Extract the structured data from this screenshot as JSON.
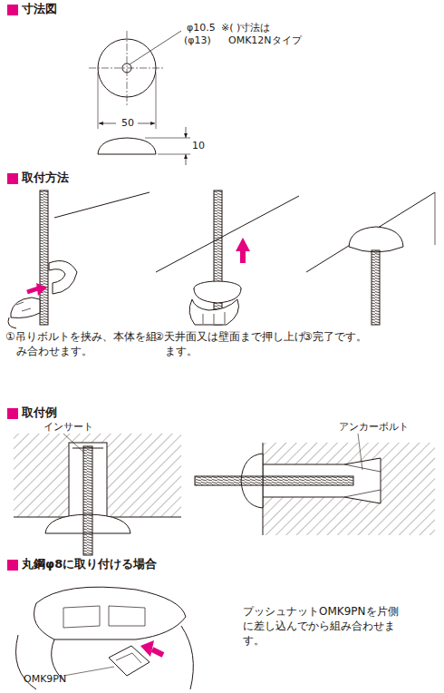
{
  "diagram": {
    "labels": [
      "寸法図",
      "φ10.5",
      "※( )寸法は",
      "(φ13)",
      "OMK12Nタイプ",
      "50",
      "10",
      "取付方法",
      "①吊りボルトを挟み、本体を組み合わせます。",
      "②天井面又は壁面まで押し上げます。",
      "③完了です。",
      "取付例",
      "インサート",
      "アンカーボルト",
      "丸鋼φ8に取り付ける場合",
      "プッシュナットOMK9PNを片側に差し込んでから組み合わせます。",
      "OMK9PN"
    ]
  }
}
